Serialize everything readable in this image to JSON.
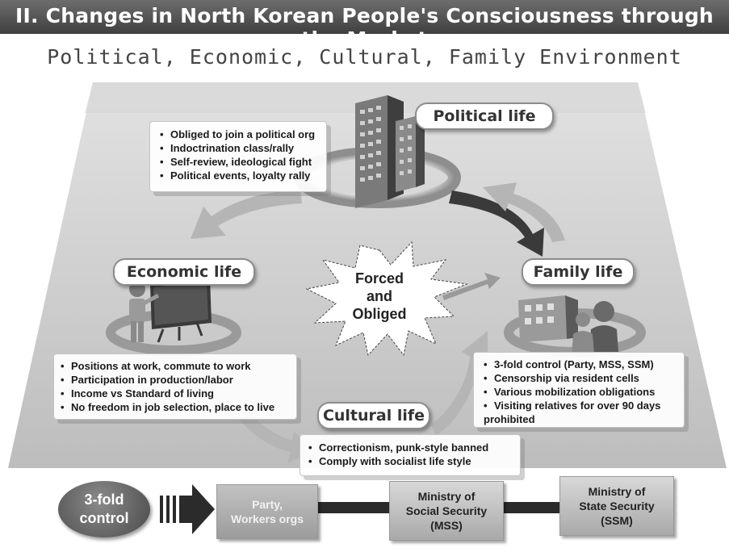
{
  "title": "II. Changes in North Korean People's Consciousness through the Market",
  "subtitle": "Political, Economic, Cultural, Family Environment",
  "political": {
    "label": "Political life",
    "items": [
      "Obliged to join a political org",
      "Indoctrination class/rally",
      "Self-review, ideological fight",
      "Political events, loyalty rally"
    ]
  },
  "economic": {
    "label": "Economic life",
    "items": [
      "Positions at work, commute to work",
      "Participation in production/labor",
      "Income vs Standard of living",
      "No freedom in job selection, place to live"
    ]
  },
  "cultural": {
    "label": "Cultural life",
    "items": [
      "Correctionism, punk-style banned",
      "Comply with socialist life style"
    ]
  },
  "family": {
    "label": "Family life",
    "items": [
      "3-fold control (Party, MSS, SSM)",
      "Censorship via resident cells",
      "Various mobilization obligations",
      "Visiting relatives for over 90 days prohibited"
    ]
  },
  "center": {
    "line1": "Forced",
    "line2": "and",
    "line3": "Obliged"
  },
  "control": {
    "oval_line1": "3-fold",
    "oval_line2": "control",
    "party": "Party,\nWorkers orgs",
    "mss": "Ministry of\nSocial Security\n(MSS)",
    "ssm": "Ministry of\nState Security\n(SSM)"
  },
  "colors": {
    "title_bar": "#4a4a4a",
    "floor": "#cfcfcf",
    "accent_dark": "#2b2b2b"
  }
}
